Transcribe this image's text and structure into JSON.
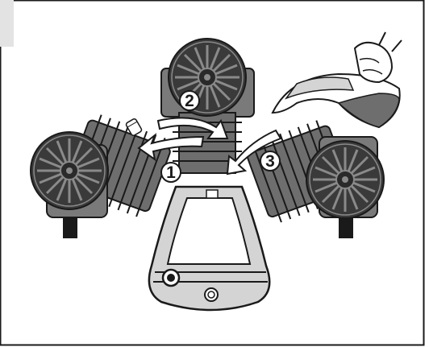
{
  "illustration": {
    "subject": "three-cylinder-compressor-pump",
    "callouts": [
      {
        "id": "step-1",
        "label": "1"
      },
      {
        "id": "step-2",
        "label": "2"
      },
      {
        "id": "step-3",
        "label": "3"
      }
    ],
    "icons": [
      "cylinder-fan-icon",
      "hand-pouring-oil-icon",
      "oil-plug-icon",
      "curved-arrow-icon"
    ],
    "colors": {
      "background": "#ffffff",
      "outline": "#1a1a1a",
      "cylinder_gray": "#6e6e6e",
      "fan_dark": "#3a3a3a",
      "crankcase": "#d4d4d4",
      "corner_tab": "#e3e3e3"
    }
  }
}
